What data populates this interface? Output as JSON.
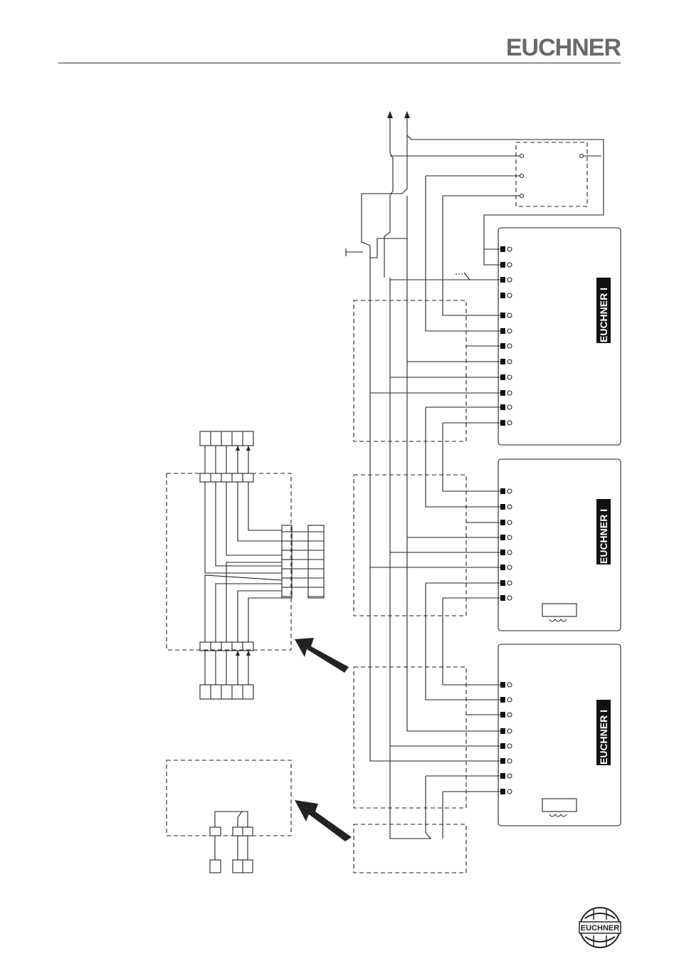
{
  "header": {
    "brand": "EUCHNER"
  },
  "diagram": {
    "device_label": "EUCHNER I",
    "line_color": "#222222",
    "terminal_color": "#111111",
    "device_count": 3
  },
  "footer": {
    "brand": "EUCHNER"
  }
}
